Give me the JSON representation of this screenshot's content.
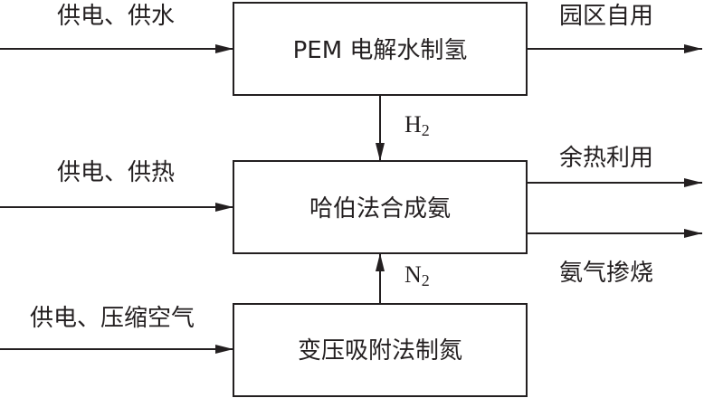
{
  "boxes": {
    "pem": "PEM 电解水制氢",
    "haber": "哈伯法合成氨",
    "psa": "变压吸附法制氮"
  },
  "inputs": {
    "pem": "供电、供水",
    "haber": "供电、供热",
    "psa": "供电、压缩空气"
  },
  "outputs": {
    "pem": "园区自用",
    "waste_heat": "余热利用",
    "ammonia": "氨气掺烧"
  },
  "links": {
    "h2": {
      "symbol": "H",
      "subscript": "2"
    },
    "n2": {
      "symbol": "N",
      "subscript": "2"
    }
  },
  "colors": {
    "stroke": "#231f20",
    "background": "#ffffff"
  }
}
